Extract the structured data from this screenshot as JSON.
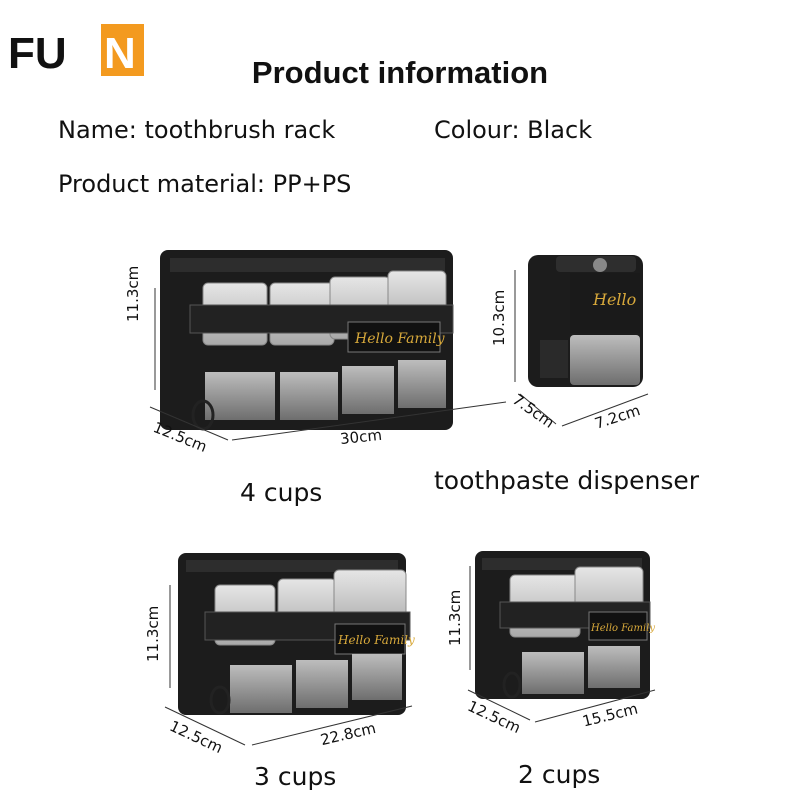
{
  "logo": {
    "text_fu": "FU",
    "text_n": "N",
    "accent": "#f39a1f"
  },
  "title": "Product information",
  "info": {
    "name": "Name: toothbrush rack",
    "colour": "Colour: Black",
    "material": "Product material: PP+PS"
  },
  "products": {
    "four_cups": {
      "caption": "4 cups",
      "height": "11.3cm",
      "depth": "12.5cm",
      "width": "30cm",
      "label": "Hello Family"
    },
    "dispenser": {
      "caption": "toothpaste dispenser",
      "height": "10.3cm",
      "depth": "7.5cm",
      "width": "7.2cm",
      "label": "Hello"
    },
    "three_cups": {
      "caption": "3 cups",
      "height": "11.3cm",
      "depth": "12.5cm",
      "width": "22.8cm",
      "label": "Hello Family"
    },
    "two_cups": {
      "caption": "2 cups",
      "height": "11.3cm",
      "depth": "12.5cm",
      "width": "15.5cm",
      "label": "Hello Family"
    }
  },
  "colors": {
    "body": "#1c1c1c",
    "cup": "#cfcfcf",
    "gold": "#d8a93b",
    "line": "#333333"
  }
}
